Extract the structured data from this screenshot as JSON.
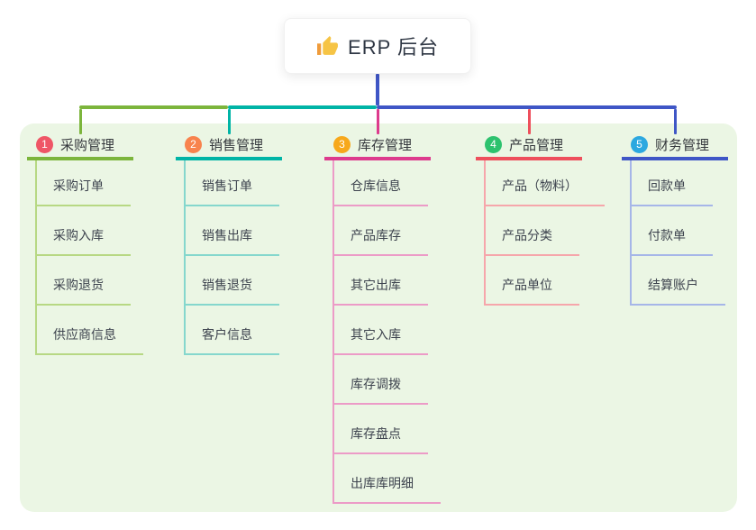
{
  "root": {
    "label": "ERP 后台",
    "icon": "thumbs-up-icon",
    "icon_color": "#f6c445",
    "line_color": "#3f56c6"
  },
  "panel": {
    "background": "#ebf6e4"
  },
  "branches": [
    {
      "number": "1",
      "label": "采购管理",
      "badge_color": "#ef5666",
      "line_color": "#7cb53c",
      "light_color": "#b7d883",
      "children": [
        "采购订单",
        "采购入库",
        "采购退货",
        "供应商信息"
      ]
    },
    {
      "number": "2",
      "label": "销售管理",
      "badge_color": "#f8834d",
      "line_color": "#00b4a6",
      "light_color": "#85d7cd",
      "children": [
        "销售订单",
        "销售出库",
        "销售退货",
        "客户信息"
      ]
    },
    {
      "number": "3",
      "label": "库存管理",
      "badge_color": "#f7a81b",
      "line_color": "#dd3b8d",
      "light_color": "#ec9bc7",
      "children": [
        "仓库信息",
        "产品库存",
        "其它出库",
        "其它入库",
        "库存调拨",
        "库存盘点",
        "出库库明细"
      ]
    },
    {
      "number": "4",
      "label": "产品管理",
      "badge_color": "#2dc26e",
      "line_color": "#ee4f5c",
      "light_color": "#f6a6ab",
      "children": [
        "产品（物料）",
        "产品分类",
        "产品单位"
      ]
    },
    {
      "number": "5",
      "label": "财务管理",
      "badge_color": "#2ca8e0",
      "line_color": "#3f56c6",
      "light_color": "#a6b6e8",
      "children": [
        "回款单",
        "付款单",
        "结算账户"
      ]
    }
  ]
}
